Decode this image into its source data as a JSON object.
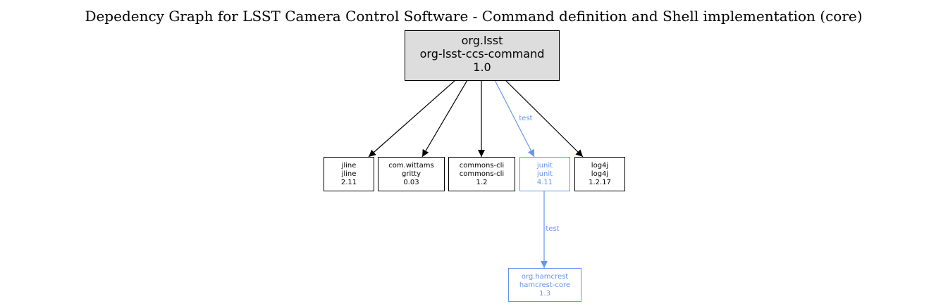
{
  "title": "Depedency Graph for LSST Camera Control Software - Command definition and Shell implementation (core)",
  "colors": {
    "normal": "#000000",
    "test": "#6495ed",
    "root_fill": "#dddddd"
  },
  "root": {
    "id": "root",
    "lines": [
      "org.lsst",
      "org-lsst-ccs-command",
      "1.0"
    ]
  },
  "nodes": [
    {
      "id": "jline",
      "lines": [
        "jline",
        "jline",
        "2.11"
      ],
      "scope": "compile"
    },
    {
      "id": "gritty",
      "lines": [
        "com.wittams",
        "gritty",
        "0.03"
      ],
      "scope": "compile"
    },
    {
      "id": "commons-cli",
      "lines": [
        "commons-cli",
        "commons-cli",
        "1.2"
      ],
      "scope": "compile"
    },
    {
      "id": "junit",
      "lines": [
        "junit",
        "junit",
        "4.11"
      ],
      "scope": "test"
    },
    {
      "id": "log4j",
      "lines": [
        "log4j",
        "log4j",
        "1.2.17"
      ],
      "scope": "compile"
    },
    {
      "id": "hamcrest",
      "lines": [
        "org.hamcrest",
        "hamcrest-core",
        "1.3"
      ],
      "scope": "test"
    }
  ],
  "edges": [
    {
      "from": "root",
      "to": "jline",
      "label": ""
    },
    {
      "from": "root",
      "to": "gritty",
      "label": ""
    },
    {
      "from": "root",
      "to": "commons-cli",
      "label": ""
    },
    {
      "from": "root",
      "to": "junit",
      "label": "test"
    },
    {
      "from": "root",
      "to": "log4j",
      "label": ""
    },
    {
      "from": "junit",
      "to": "hamcrest",
      "label": "test"
    }
  ]
}
